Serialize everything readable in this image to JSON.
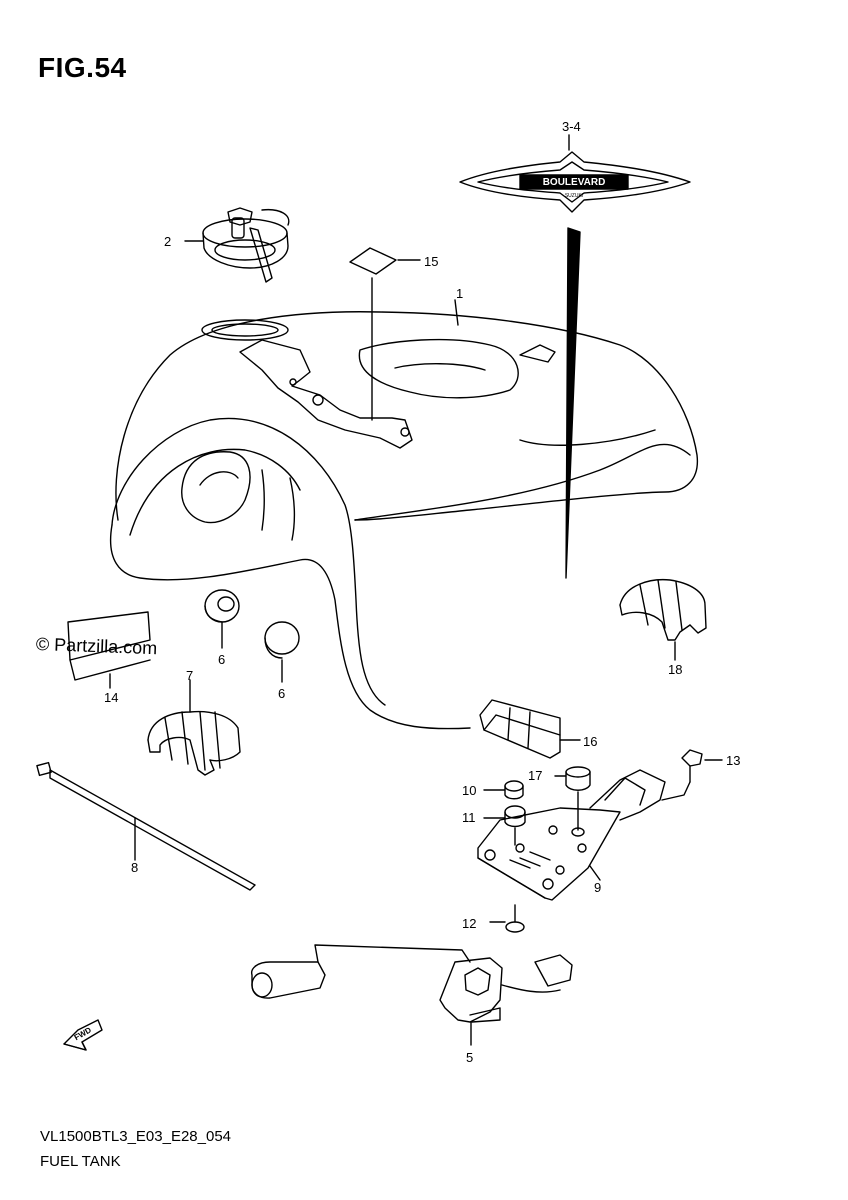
{
  "figure": {
    "title": "FIG.54",
    "model_code": "VL1500BTL3_E03_E28_054",
    "part_group": "FUEL TANK"
  },
  "watermark": "© Partzilla.com",
  "callouts": [
    {
      "id": "c1",
      "label": "1"
    },
    {
      "id": "c2",
      "label": "2"
    },
    {
      "id": "c34",
      "label": "3-4"
    },
    {
      "id": "c5",
      "label": "5"
    },
    {
      "id": "c6a",
      "label": "6"
    },
    {
      "id": "c6b",
      "label": "6"
    },
    {
      "id": "c7",
      "label": "7"
    },
    {
      "id": "c8",
      "label": "8"
    },
    {
      "id": "c9",
      "label": "9"
    },
    {
      "id": "c10",
      "label": "10"
    },
    {
      "id": "c11",
      "label": "11"
    },
    {
      "id": "c12",
      "label": "12"
    },
    {
      "id": "c13",
      "label": "13"
    },
    {
      "id": "c14",
      "label": "14"
    },
    {
      "id": "c15",
      "label": "15"
    },
    {
      "id": "c16",
      "label": "16"
    },
    {
      "id": "c17",
      "label": "17"
    },
    {
      "id": "c18",
      "label": "18"
    }
  ],
  "emblem_text": "BOULEVARD",
  "emblem_subtext": "SUZUKI",
  "direction_badge": "FWD"
}
